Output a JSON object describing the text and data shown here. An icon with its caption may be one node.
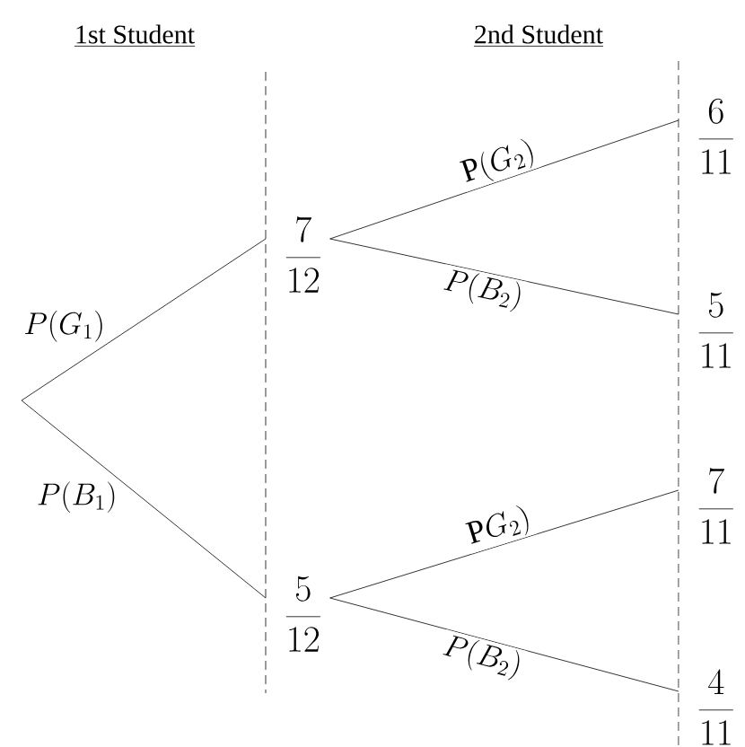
{
  "diagram": {
    "nodes": [
      {
        "text": [
          "\\frac{7}{12}"
        ]
      },
      {
        "text": [
          "\\frac{5}{12}"
        ]
      },
      {
        "text": [
          "\\frac{6}{11}"
        ]
      },
      {
        "text": [
          "\\frac{5}{11}"
        ]
      },
      {
        "text": [
          "\\frac{7}{11}"
        ]
      },
      {
        "text": [
          "\\frac{4}{11}"
        ]
      }
    ],
    "edges": [
      {
        "from": null,
        "to": 0,
        "arrow": "none",
        "label": "P(G_1)"
      },
      {
        "from": null,
        "to": 1,
        "arrow": "none",
        "label": "P(B_1)"
      },
      {
        "from": 0,
        "to": 2,
        "arrow": "none",
        "label": "\\mathrm{P}(G_2)"
      },
      {
        "from": 0,
        "to": 3,
        "arrow": "none",
        "label": "P(B_2)"
      },
      {
        "from": 1,
        "to": 4,
        "arrow": "none",
        "label": "\\mathrm{P}G_2)"
      },
      {
        "from": 1,
        "to": 5,
        "arrow": "none",
        "label": "P(B_2)"
      }
    ],
    "labels": [
      "1st Student",
      "2nd Student"
    ]
  }
}
